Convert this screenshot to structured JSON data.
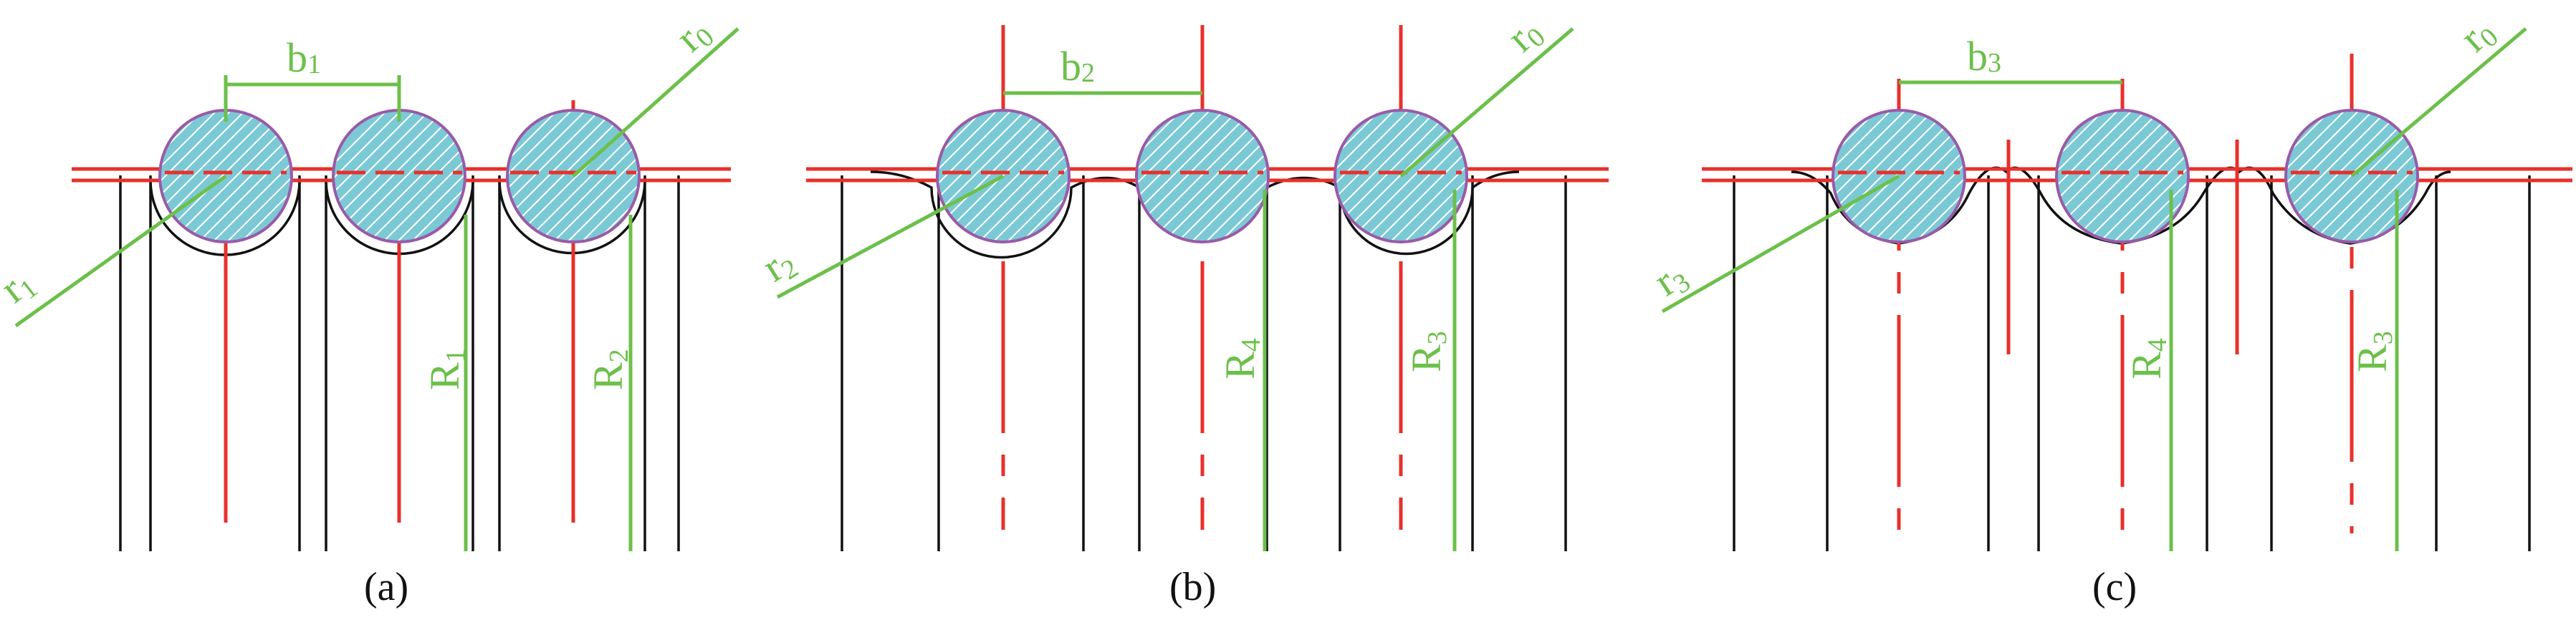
{
  "colors": {
    "axis": "#e8302c",
    "dimension": "#6cc04a",
    "outline": "#111111",
    "ball_fill": "#7cc9d6",
    "ball_edge": "#9a5aa8"
  },
  "panels": [
    {
      "caption": "(a)",
      "pitch": {
        "base": "b",
        "sub": "1"
      },
      "ball_radius": {
        "base": "r",
        "sub": "0"
      },
      "groove_radius": {
        "base": "r",
        "sub": "1"
      },
      "radii": [
        {
          "base": "R",
          "sub": "1"
        },
        {
          "base": "R",
          "sub": "2"
        }
      ]
    },
    {
      "caption": "(b)",
      "pitch": {
        "base": "b",
        "sub": "2"
      },
      "ball_radius": {
        "base": "r",
        "sub": "0"
      },
      "groove_radius": {
        "base": "r",
        "sub": "2"
      },
      "radii": [
        {
          "base": "R",
          "sub": "4"
        },
        {
          "base": "R",
          "sub": "3"
        }
      ]
    },
    {
      "caption": "(c)",
      "pitch": {
        "base": "b",
        "sub": "3"
      },
      "ball_radius": {
        "base": "r",
        "sub": "0"
      },
      "groove_radius": {
        "base": "r",
        "sub": "3"
      },
      "radii": [
        {
          "base": "R",
          "sub": "4"
        },
        {
          "base": "R",
          "sub": "3"
        }
      ]
    }
  ]
}
